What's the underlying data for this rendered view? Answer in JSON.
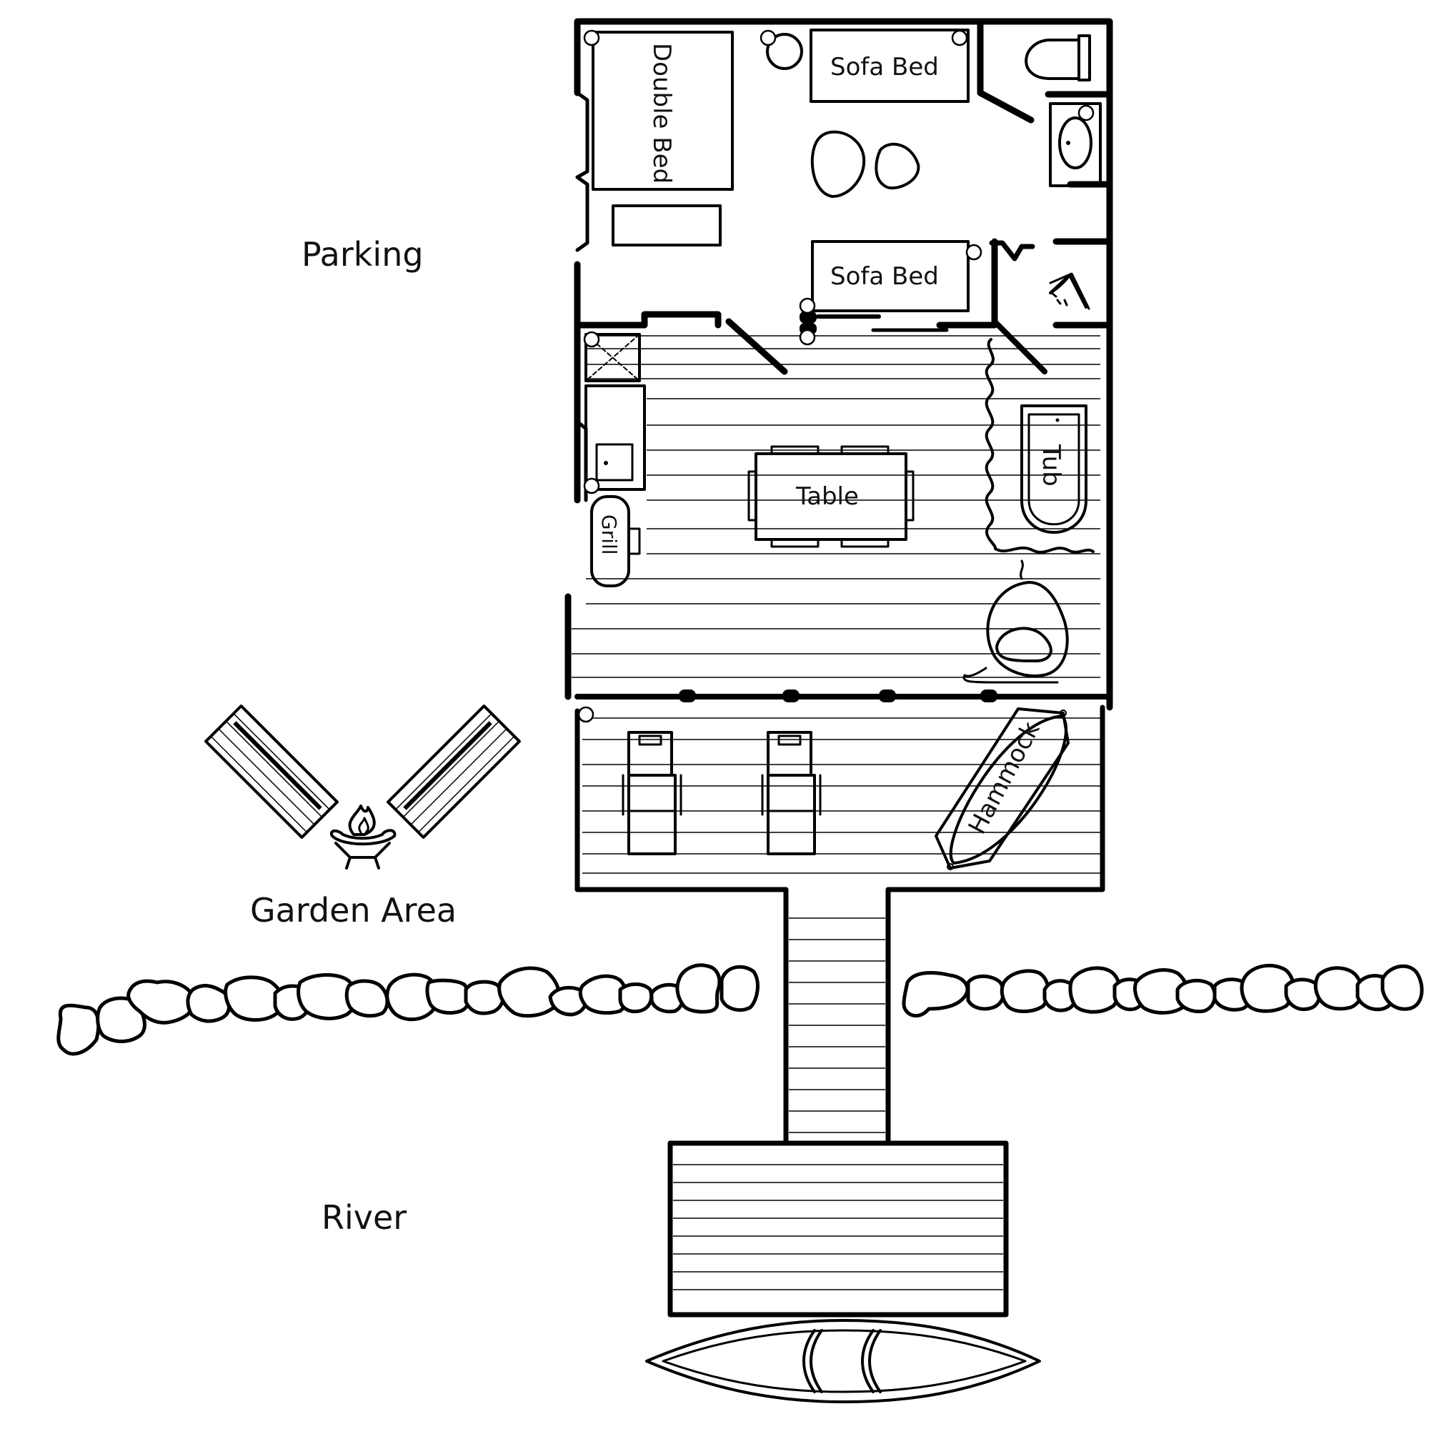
{
  "labels": {
    "parking": "Parking",
    "garden_area": "Garden Area",
    "river": "River",
    "double_bed": "Double Bed",
    "sofa_bed_top": "Sofa Bed",
    "sofa_bed_bottom": "Sofa Bed",
    "table": "Table",
    "tub": "Tub",
    "grill": "Grill",
    "hammock": "Hammock"
  },
  "colors": {
    "ink": "#000000",
    "background": "#ffffff"
  },
  "icons": [
    "toilet-icon",
    "sink-icon",
    "shower-icon",
    "fire-pit-icon",
    "hanging-chair-icon",
    "canoe-icon",
    "outlet-icon"
  ]
}
